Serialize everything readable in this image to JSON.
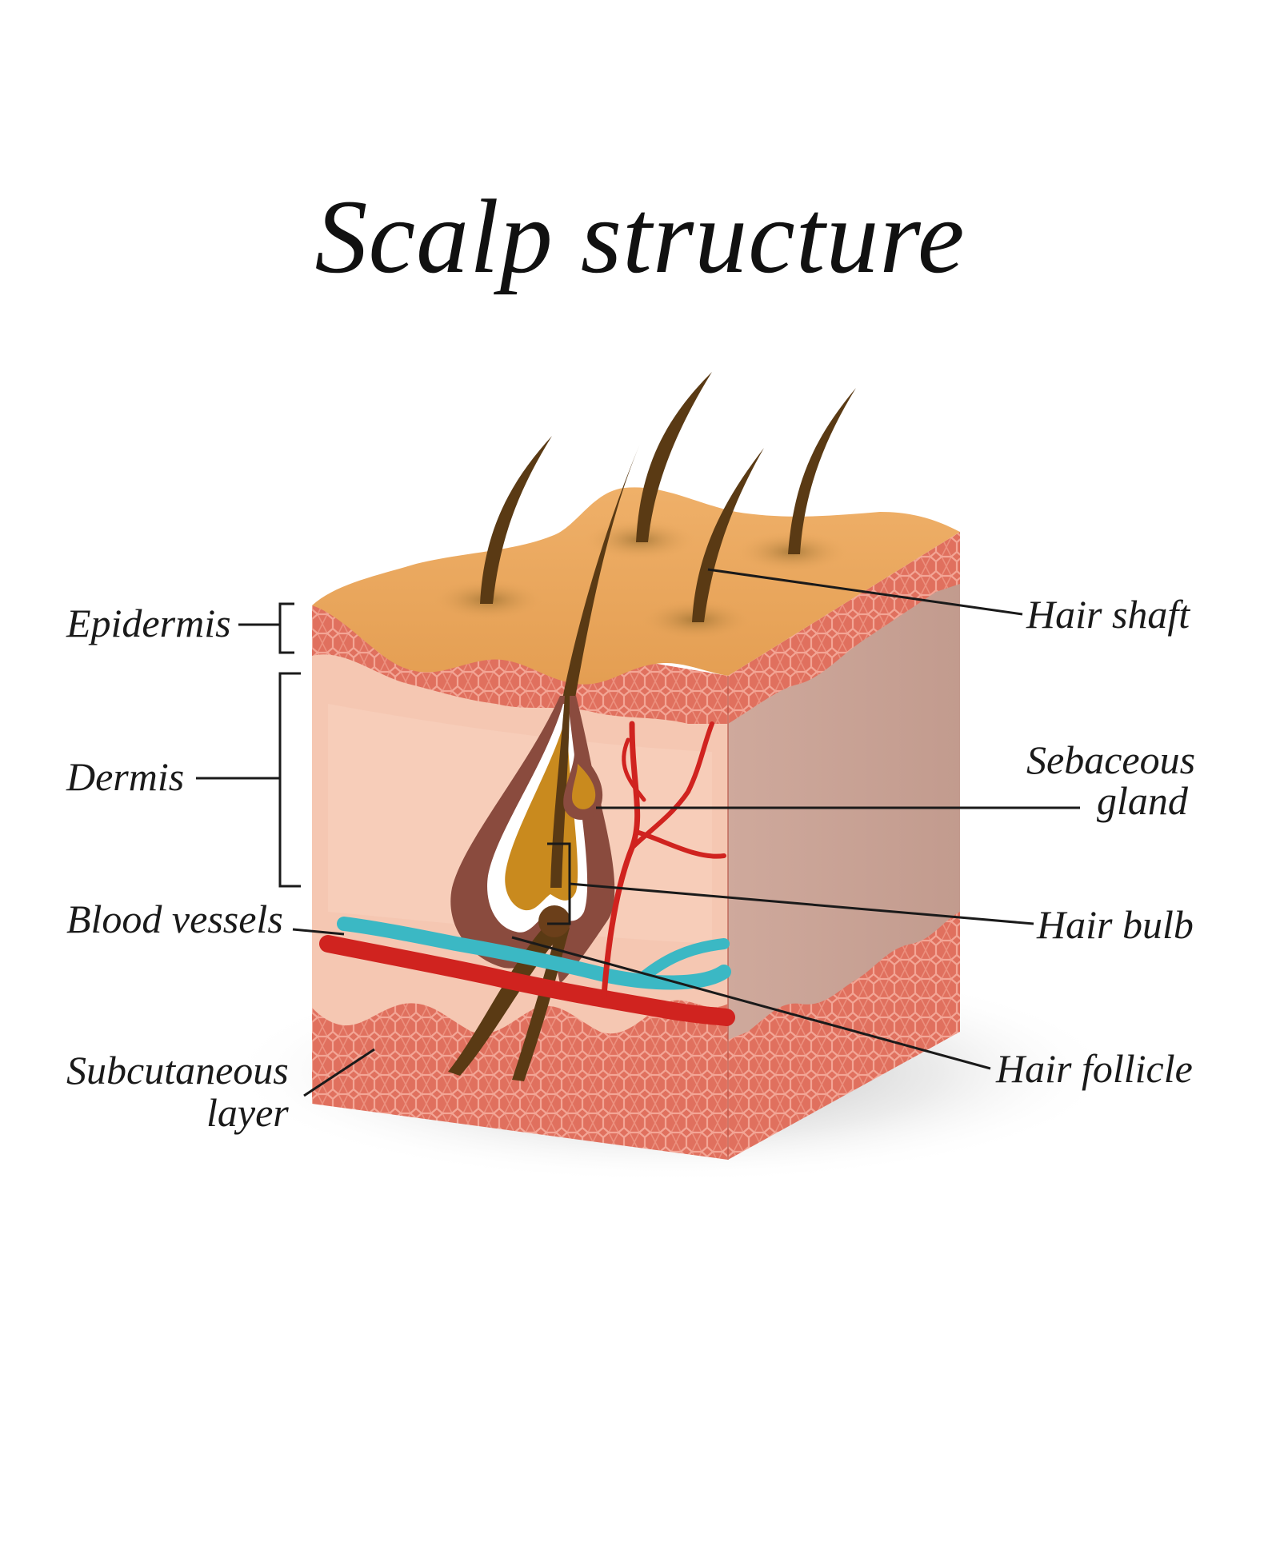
{
  "title": "Scalp structure",
  "labels": {
    "epidermis": "Epidermis",
    "dermis": "Dermis",
    "blood_vessels": "Blood vessels",
    "subcutaneous_line1": "Subcutaneous",
    "subcutaneous_line2": "layer",
    "hair_shaft": "Hair shaft",
    "sebaceous_line1": "Sebaceous",
    "sebaceous_line2": "gland",
    "hair_bulb": "Hair bulb",
    "hair_follicle": "Hair follicle"
  },
  "colors": {
    "epidermis_top": "#E8A55A",
    "tissue_red": "#E0705E",
    "cell_lines": "#F3A595",
    "dermis": "#F5C7B2",
    "dermis_side": "#C9A69A",
    "artery": "#D0231F",
    "vein": "#3BB8C4",
    "hair": "#5A3A14",
    "follicle": "#8A4B3E",
    "bulb_inner": "#C98A1E"
  }
}
